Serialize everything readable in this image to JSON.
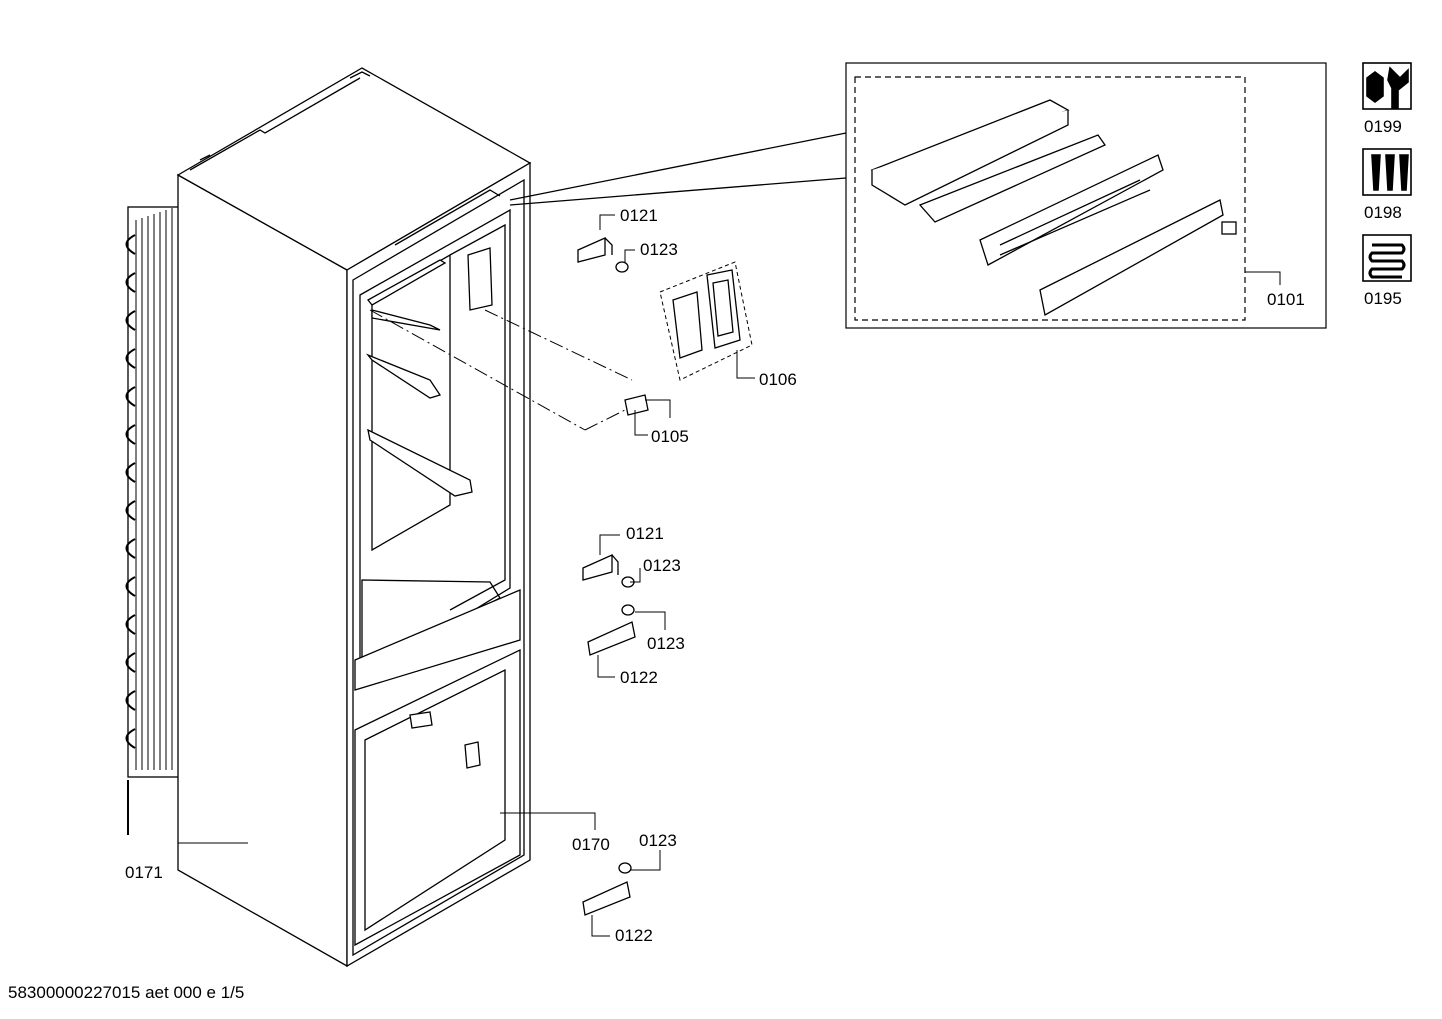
{
  "callouts": {
    "c0121_top": "0121",
    "c0123_top": "0123",
    "c0106": "0106",
    "c0105": "0105",
    "c0101": "0101",
    "c0121_mid": "0121",
    "c0123_mid": "0123",
    "c0123_mid2": "0123",
    "c0122_mid": "0122",
    "c0170": "0170",
    "c0123_bot": "0123",
    "c0122_bot": "0122",
    "c0171": "0171"
  },
  "icons": [
    {
      "name": "wrench-nut-icon",
      "label": "0199"
    },
    {
      "name": "screws-icon",
      "label": "0198"
    },
    {
      "name": "heating-coil-icon",
      "label": "0195"
    }
  ],
  "footer": "58300000227015 aet 000 e 1/5"
}
